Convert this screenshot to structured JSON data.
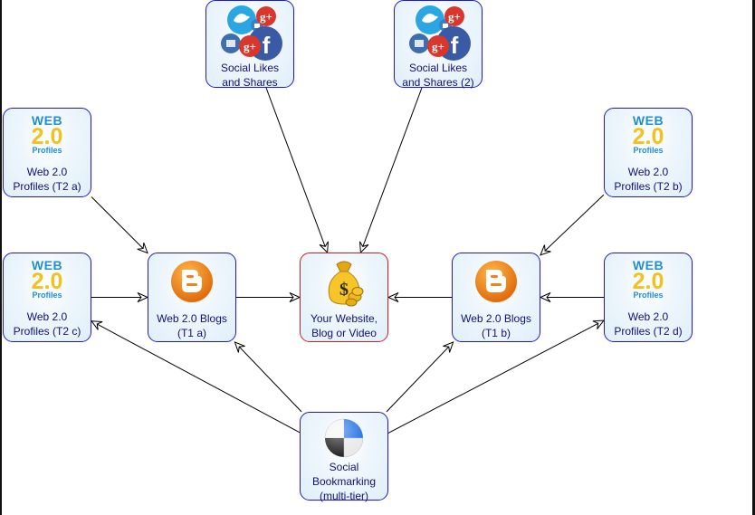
{
  "diagram": {
    "title": "",
    "colors": {
      "node_border": "#1a1ad6",
      "center_border": "#d41a1a",
      "label_text": "#10107a",
      "edge": "#000000"
    },
    "nodes": {
      "social1": {
        "label": "Social Likes\nand Shares",
        "icon": "social-media-icon"
      },
      "social2": {
        "label": "Social Likes\nand Shares (2)",
        "icon": "social-media-icon"
      },
      "t2a": {
        "label": "Web 2.0\nProfiles (T2 a)",
        "icon": "web20-profiles-icon"
      },
      "t2b": {
        "label": "Web 2.0\nProfiles (T2 b)",
        "icon": "web20-profiles-icon"
      },
      "t2c": {
        "label": "Web 2.0\nProfiles (T2 c)",
        "icon": "web20-profiles-icon"
      },
      "t2d": {
        "label": "Web 2.0\nProfiles (T2 d)",
        "icon": "web20-profiles-icon"
      },
      "t1a": {
        "label": "Web 2.0 Blogs\n(T1 a)",
        "icon": "blogger-icon"
      },
      "t1b": {
        "label": "Web 2.0 Blogs\n(T1 b)",
        "icon": "blogger-icon"
      },
      "center": {
        "label": "Your Website,\nBlog or Video",
        "icon": "money-bag-icon"
      },
      "bookmark": {
        "label": "Social\nBookmarking\n(multi-tier)",
        "icon": "delicious-icon"
      }
    },
    "web20_badge": {
      "line1": "WEB",
      "line2": "2.0",
      "line3": "Profiles"
    },
    "edges": [
      {
        "from": "social1",
        "to": "center"
      },
      {
        "from": "social2",
        "to": "center"
      },
      {
        "from": "t2a",
        "to": "t1a"
      },
      {
        "from": "t2c",
        "to": "t1a"
      },
      {
        "from": "t1a",
        "to": "center"
      },
      {
        "from": "t2b",
        "to": "t1b"
      },
      {
        "from": "t2d",
        "to": "t1b"
      },
      {
        "from": "t1b",
        "to": "center"
      },
      {
        "from": "bookmark",
        "to": "t2c"
      },
      {
        "from": "bookmark",
        "to": "t1a"
      },
      {
        "from": "bookmark",
        "to": "t1b"
      },
      {
        "from": "bookmark",
        "to": "t2d"
      }
    ]
  }
}
